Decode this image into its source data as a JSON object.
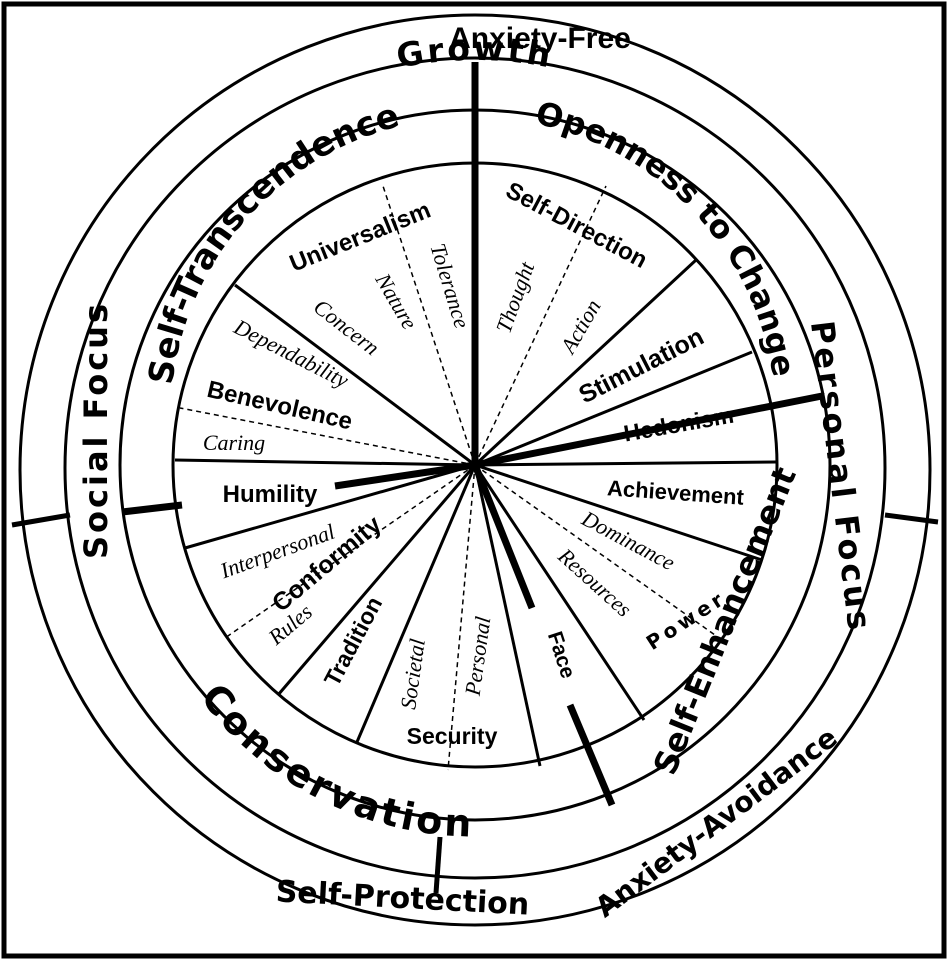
{
  "outer_ring": {
    "growth": "Growth",
    "anxiety_free": "Anxiety-Free",
    "social_focus": "Social Focus",
    "personal_focus": "Personal Focus",
    "self_protection": "Self-Protection",
    "anxiety_avoidance": "Anxiety-Avoidance"
  },
  "middle_ring": {
    "openness_to_change": "Openness to Change",
    "self_enhancement": "Self-Enhancement",
    "conservation": "Conservation",
    "self_transcendence": "Self-Transcendence"
  },
  "values": {
    "self_direction": "Self-Direction",
    "stimulation": "Stimulation",
    "hedonism": "Hedonism",
    "achievement": "Achievement",
    "power": "Power",
    "face": "Face",
    "security": "Security",
    "tradition": "Tradition",
    "conformity": "Conformity",
    "humility": "Humility",
    "benevolence": "Benevolence",
    "universalism": "Universalism"
  },
  "subtypes": {
    "thought": "Thought",
    "action": "Action",
    "dominance": "Dominance",
    "resources": "Resources",
    "societal": "Societal",
    "personal": "Personal",
    "interpersonal": "Interpersonal",
    "rules": "Rules",
    "caring": "Caring",
    "dependability": "Dependability",
    "concern": "Concern",
    "nature": "Nature",
    "tolerance": "Tolerance"
  }
}
